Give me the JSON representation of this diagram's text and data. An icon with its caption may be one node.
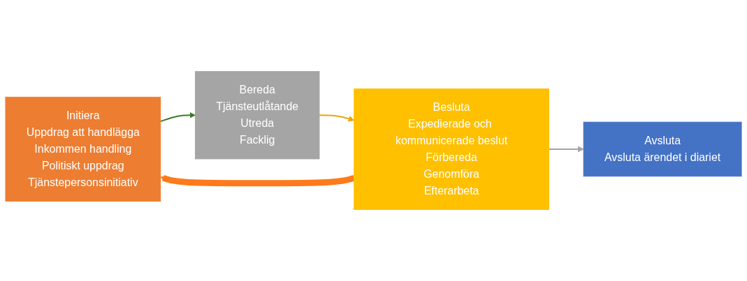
{
  "diagram": {
    "nodes": [
      {
        "text": [
          "Initiera",
          "Uppdrag att handlägga",
          "Inkommen handling",
          "Politiskt uppdrag",
          "Tjänstepersonsinitiativ"
        ]
      },
      {
        "text": [
          "Bereda",
          "Tjänsteutlåtande",
          "Utreda",
          "Facklig"
        ]
      },
      {
        "text": [
          "Besluta",
          "Expedierade och kommunicerade beslut",
          "Förbereda",
          "Genomföra",
          "Efterarbeta"
        ]
      },
      {
        "text": [
          "Avsluta",
          "Avsluta ärendet i diariet"
        ]
      }
    ],
    "edges": [
      {
        "from": 0,
        "to": 1,
        "arrow": "to",
        "color": "#3a7d22"
      },
      {
        "from": 1,
        "to": 2,
        "arrow": "to",
        "color": "#f0a30a"
      },
      {
        "from": 2,
        "to": 3,
        "arrow": "to",
        "color": "#a5a5a5"
      },
      {
        "from": 2,
        "to": 0,
        "arrow": "to",
        "style": "thick",
        "color": "#ff7a1a"
      }
    ]
  }
}
